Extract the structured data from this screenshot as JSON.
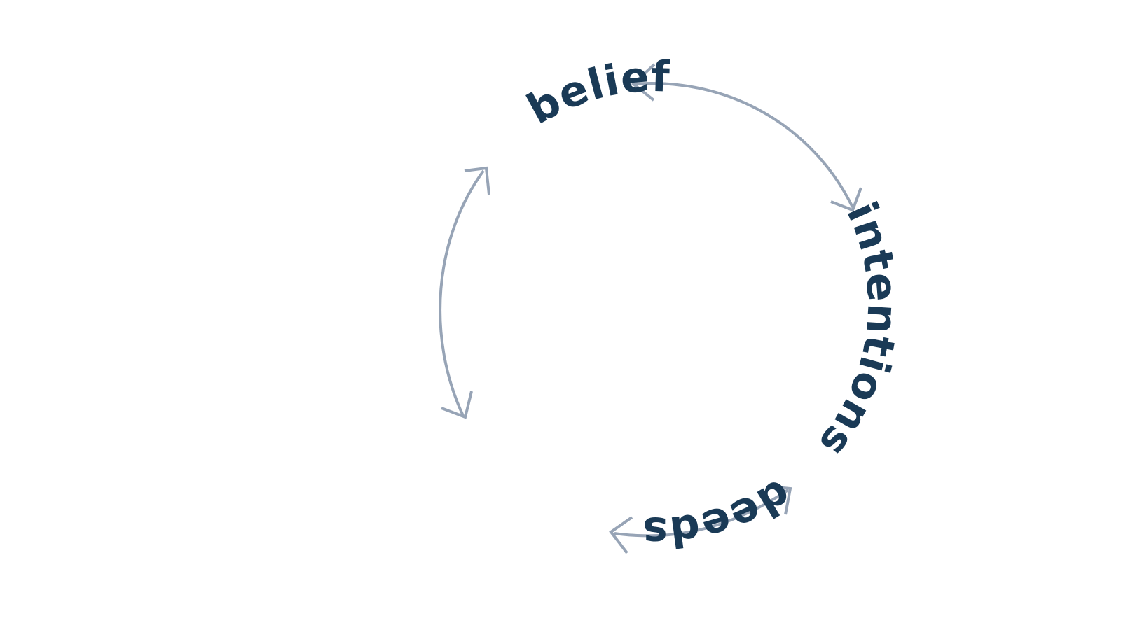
{
  "diagram": {
    "nodes": [
      {
        "id": "belief",
        "label": "belief"
      },
      {
        "id": "intentions",
        "label": "intentions"
      },
      {
        "id": "deeds",
        "label": "deeds"
      }
    ],
    "edges": [
      {
        "from": "belief",
        "to": "intentions",
        "direction": "bidirectional"
      },
      {
        "from": "intentions",
        "to": "deeds",
        "direction": "bidirectional"
      },
      {
        "from": "deeds",
        "to": "belief",
        "direction": "bidirectional"
      }
    ]
  },
  "colors": {
    "background": "#ffffff",
    "text": "#1a3a56",
    "arrow": "#97a4b6"
  }
}
